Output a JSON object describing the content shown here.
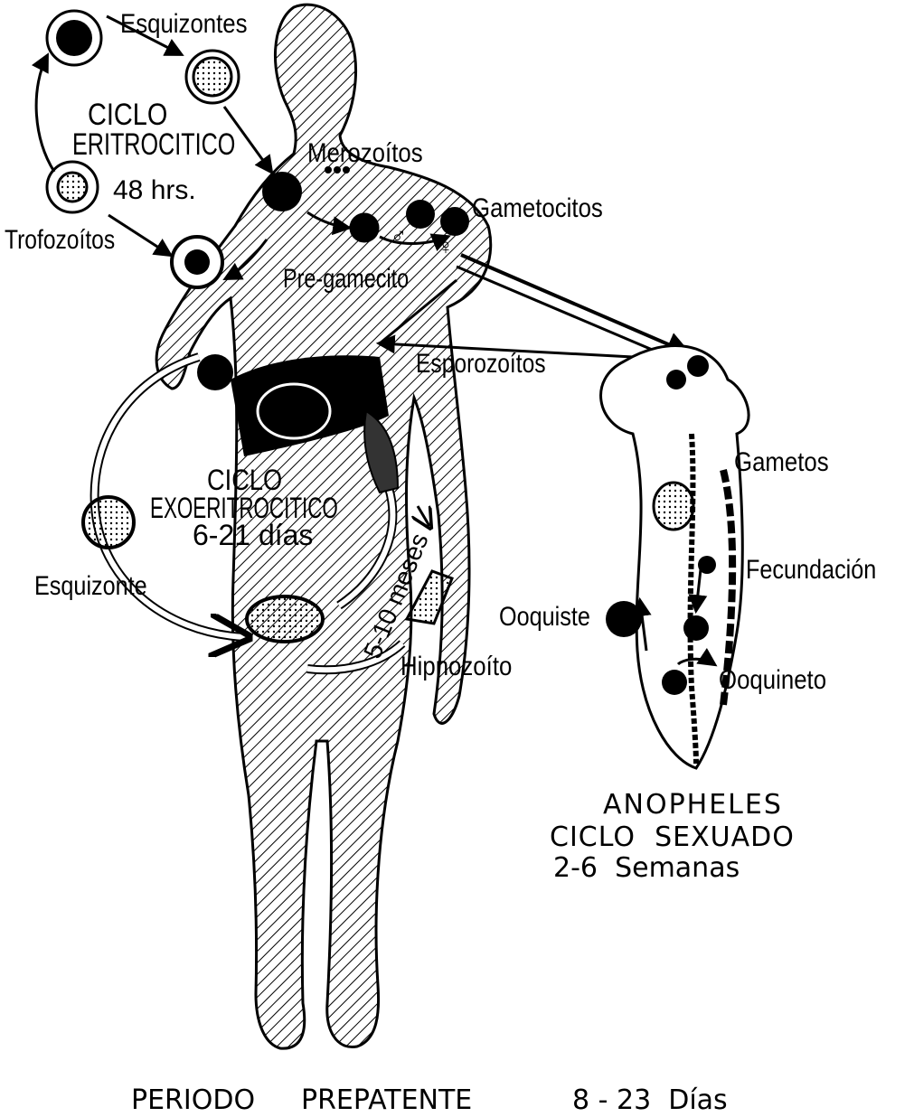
{
  "erythrocytic": {
    "title_line1": "CICLO",
    "title_line2": "ERITROCITICO",
    "duration": "48 hrs.",
    "stages": {
      "esquizontes": "Esquizontes",
      "merozoitos": "Merozoítos",
      "trofozoitos": "Trofozoítos",
      "gametocitos": "Gametocitos",
      "pre_gamecito": "Pre-gamecito"
    }
  },
  "exoerythrocytic": {
    "title_line1": "CICLO",
    "title_line2": "EXOERITROCITICO",
    "duration": "6-21 días",
    "esquizonte": "Esquizonte",
    "relapse_interval": "5-10 meses",
    "hipnozoito": "Hipnozoíto",
    "esporozoitos": "Esporozoítos"
  },
  "mosquito": {
    "gametos": "Gametos",
    "fecundacion": "Fecundación",
    "ooquiste": "Ooquiste",
    "ooquineto": "Ooquineto",
    "title_line1": "ANOPHELES",
    "title_line2": "CICLO  SEXUADO",
    "duration": "2-6  Semanas"
  },
  "footer": {
    "period": "PERIODO",
    "prepatent": "PREPATENTE",
    "duration": "8 - 23  Días"
  },
  "symbols": {
    "male": "♂",
    "female": "♀"
  }
}
